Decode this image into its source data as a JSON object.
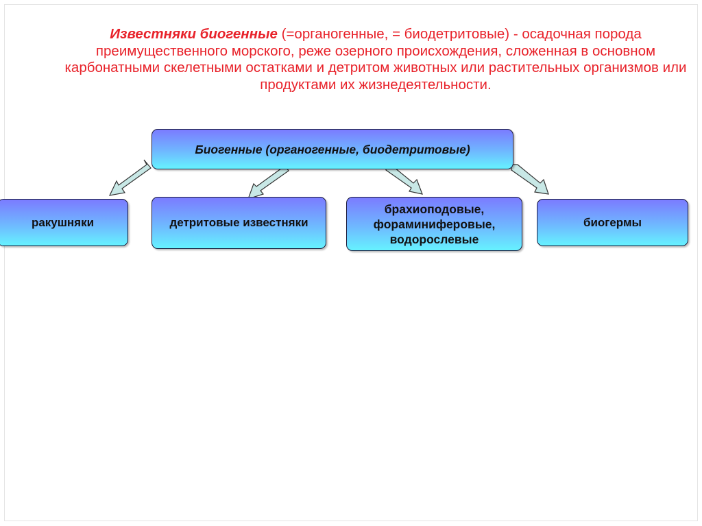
{
  "intro": {
    "term": "Известняки биогенные",
    "text": " (=органогенные, = биодетритовые) - осадочная порода преимущественного морского, реже озерного происхождения, сложенная в основном карбонатными скелетными остатками и детритом животных или растительных организмов или продуктами их жизнедеятельности."
  },
  "diagram": {
    "root": "Биогенные (органогенные, биодетритовые)",
    "children": [
      "ракушняки",
      "детритовые известняки",
      "брахиоподовые, фораминиферовые, водорослевые",
      "биогермы"
    ]
  },
  "colors": {
    "text_red": "#e8222a",
    "box_top": "#7b7bff",
    "box_bottom": "#66f2ff",
    "arrow_fill": "#c8e8e6"
  }
}
